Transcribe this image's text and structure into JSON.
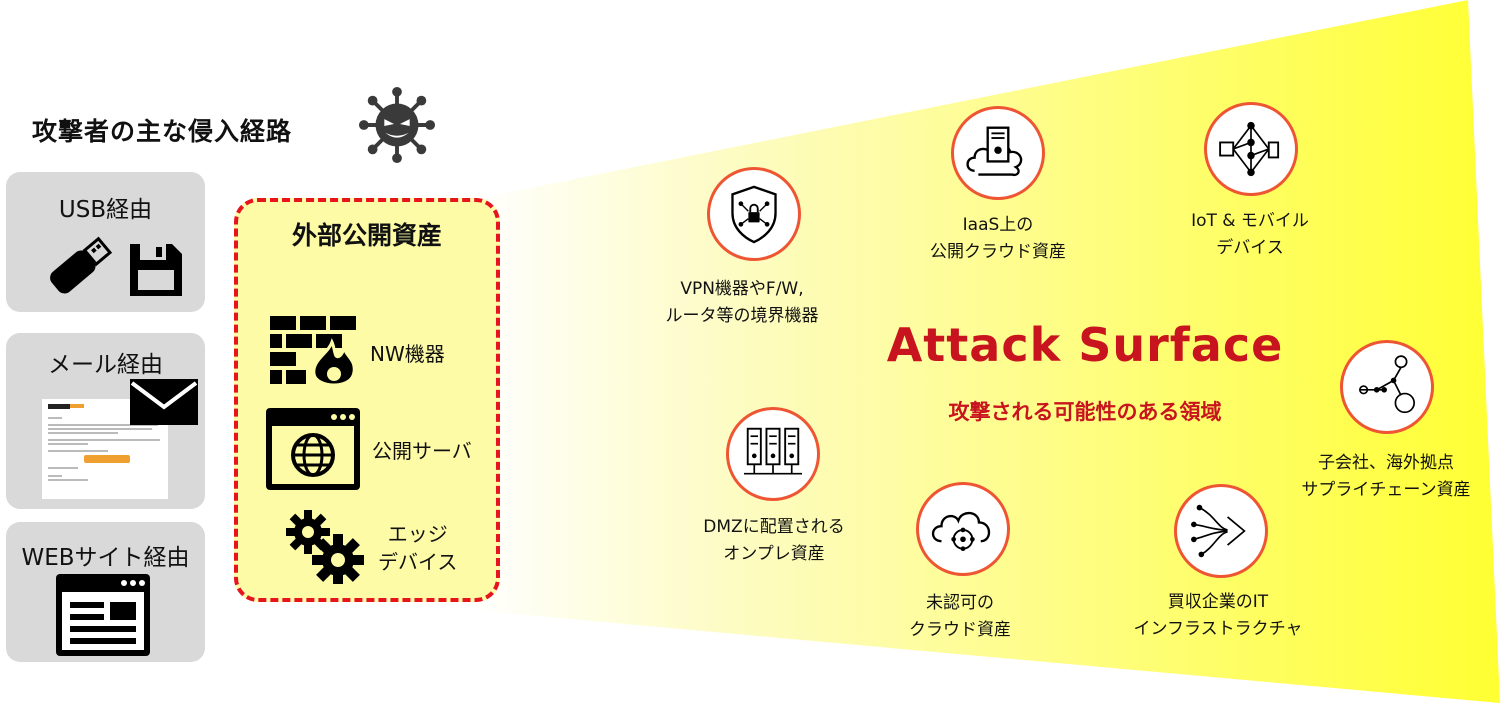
{
  "header": {
    "title": "攻撃者の主な侵入経路"
  },
  "vectors": [
    {
      "label": "USB経由"
    },
    {
      "label": "メール経由"
    },
    {
      "label": "WEBサイト経由"
    }
  ],
  "public_assets": {
    "title": "外部公開資産",
    "items": [
      {
        "label": "NW機器"
      },
      {
        "label": "公開サーバ"
      },
      {
        "label": "エッジ\nデバイス"
      }
    ]
  },
  "attack_surface": {
    "title": "Attack Surface",
    "subtitle": "攻撃される可能性のある領域"
  },
  "assets": [
    {
      "label": "VPN機器やF/W,\nルータ等の境界機器",
      "icon": "shield-lock-icon"
    },
    {
      "label": "IaaS上の\n公開クラウド資産",
      "icon": "cloud-server-icon"
    },
    {
      "label": "IoT & モバイル\nデバイス",
      "icon": "iot-network-icon"
    },
    {
      "label": "子会社、海外拠点\nサプライチェーン資産",
      "icon": "subsidiary-network-icon"
    },
    {
      "label": "DMZに配置される\nオンプレ資産",
      "icon": "server-rack-icon"
    },
    {
      "label": "未認可の\nクラウド資産",
      "icon": "unauthorized-cloud-icon"
    },
    {
      "label": "買収企業のIT\nインフラストラクチャ",
      "icon": "merger-arrow-icon"
    }
  ],
  "colors": {
    "accent_red": "#c8141e",
    "circle_border": "#ee5533",
    "funnel_yellow": "#ffff33",
    "panel_gray": "#d9d9d9"
  }
}
